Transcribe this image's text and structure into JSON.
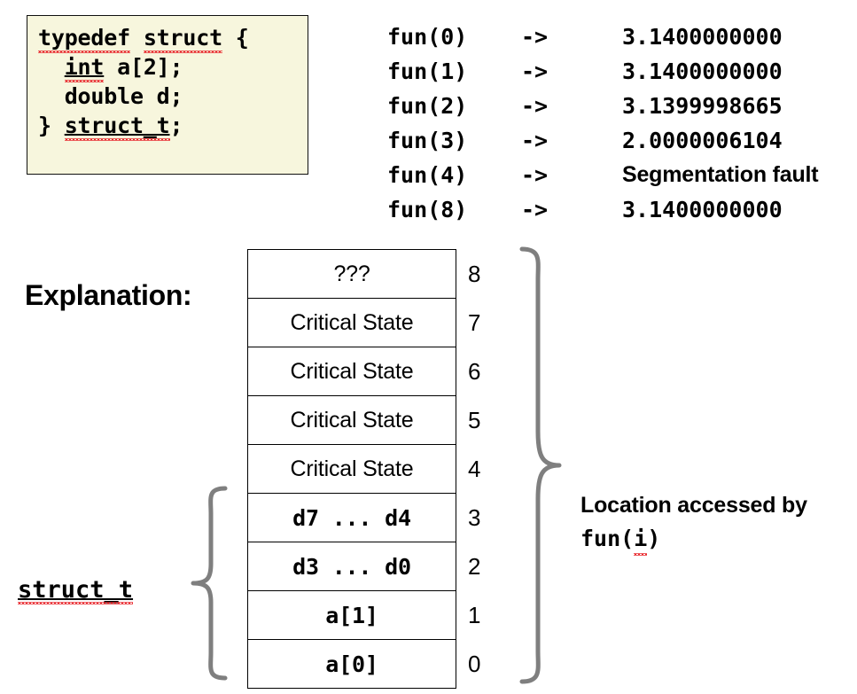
{
  "code_box": {
    "background_color": "#F7F6DD",
    "border_color": "#101010",
    "lines": [
      {
        "id": "line1",
        "segments": [
          {
            "text": "typedef",
            "squiggle": true
          },
          {
            "text": " ",
            "squiggle": false
          },
          {
            "text": "struct",
            "squiggle": true
          },
          {
            "text": " {",
            "squiggle": false
          }
        ]
      },
      {
        "id": "line2",
        "segments": [
          {
            "text": "  ",
            "squiggle": false
          },
          {
            "text": "int",
            "squiggle": true,
            "underline": true
          },
          {
            "text": " a[2];",
            "squiggle": false
          }
        ]
      },
      {
        "id": "line3",
        "segments": [
          {
            "text": "  double d;",
            "squiggle": false
          }
        ]
      },
      {
        "id": "line4",
        "segments": [
          {
            "text": "} ",
            "squiggle": false
          },
          {
            "text": "struct_t",
            "squiggle": true,
            "underline": true
          },
          {
            "text": ";",
            "squiggle": false
          }
        ]
      }
    ]
  },
  "fun_output": {
    "arrow": "->",
    "rows": [
      {
        "call": "fun(0)",
        "value": "3.1400000000",
        "mono": true
      },
      {
        "call": "fun(1)",
        "value": "3.1400000000",
        "mono": true
      },
      {
        "call": "fun(2)",
        "value": "3.1399998665",
        "mono": true
      },
      {
        "call": "fun(3)",
        "value": "2.0000006104",
        "mono": true
      },
      {
        "call": "fun(4)",
        "value": "Segmentation fault",
        "mono": false
      },
      {
        "call": "fun(8)",
        "value": "3.1400000000",
        "mono": true
      }
    ]
  },
  "explanation_label": "Explanation:",
  "struct_label": "struct_t",
  "memory_table": {
    "rows": [
      {
        "label": "???",
        "index": "8",
        "mono": false
      },
      {
        "label": "Critical State",
        "index": "7",
        "mono": false
      },
      {
        "label": "Critical State",
        "index": "6",
        "mono": false
      },
      {
        "label": "Critical State",
        "index": "5",
        "mono": false
      },
      {
        "label": "Critical State",
        "index": "4",
        "mono": false
      },
      {
        "label": "d7 ... d4",
        "index": "3",
        "mono": true
      },
      {
        "label": "d3 ... d0",
        "index": "2",
        "mono": true
      },
      {
        "label": "a[1]",
        "index": "1",
        "mono": true
      },
      {
        "label": "a[0]",
        "index": "0",
        "mono": true
      }
    ]
  },
  "location_note": {
    "line1": "Location accessed by",
    "line2": "fun(i)"
  },
  "brace_color": "#7F7F7F"
}
